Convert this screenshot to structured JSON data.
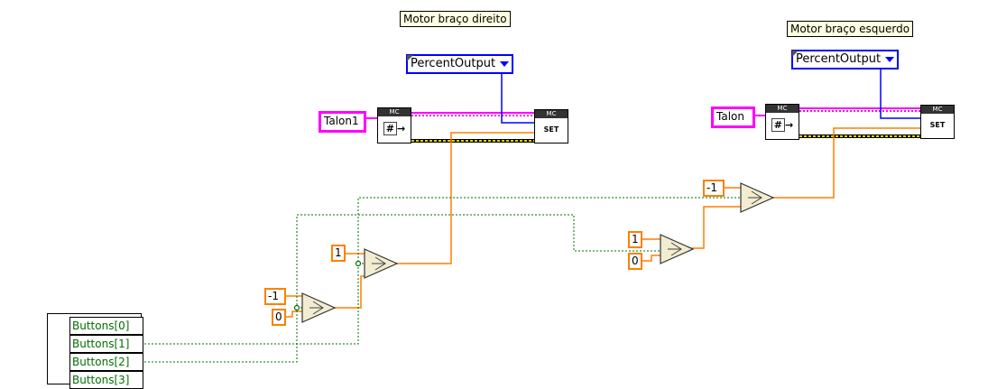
{
  "labels": {
    "motor_right": "Motor braço direito",
    "motor_left": "Motor braço esquerdo"
  },
  "enums": {
    "right_mode": "PercentOutput",
    "left_mode": "PercentOutput"
  },
  "refs": {
    "right": "Talon1",
    "left": "Talon"
  },
  "nodes": {
    "mc_header": "MC",
    "set_label": "SET",
    "get_icon": "#"
  },
  "constants": {
    "c_neg1_a": "-1",
    "c_0_a": "0",
    "c_1_a": "1",
    "c_1_b": "1",
    "c_0_b": "0",
    "c_neg1_b": "-1"
  },
  "buttons": [
    "Buttons[0]",
    "Buttons[1]",
    "Buttons[2]",
    "Buttons[3]"
  ],
  "colors": {
    "wire_orange": "#ff7f00",
    "wire_green": "#007000",
    "wire_pink": "#ff00ff",
    "wire_blue": "#0000ff",
    "enum_border": "#0000ff",
    "ref_border": "#ff00ff",
    "const_border": "#ff7f00"
  }
}
